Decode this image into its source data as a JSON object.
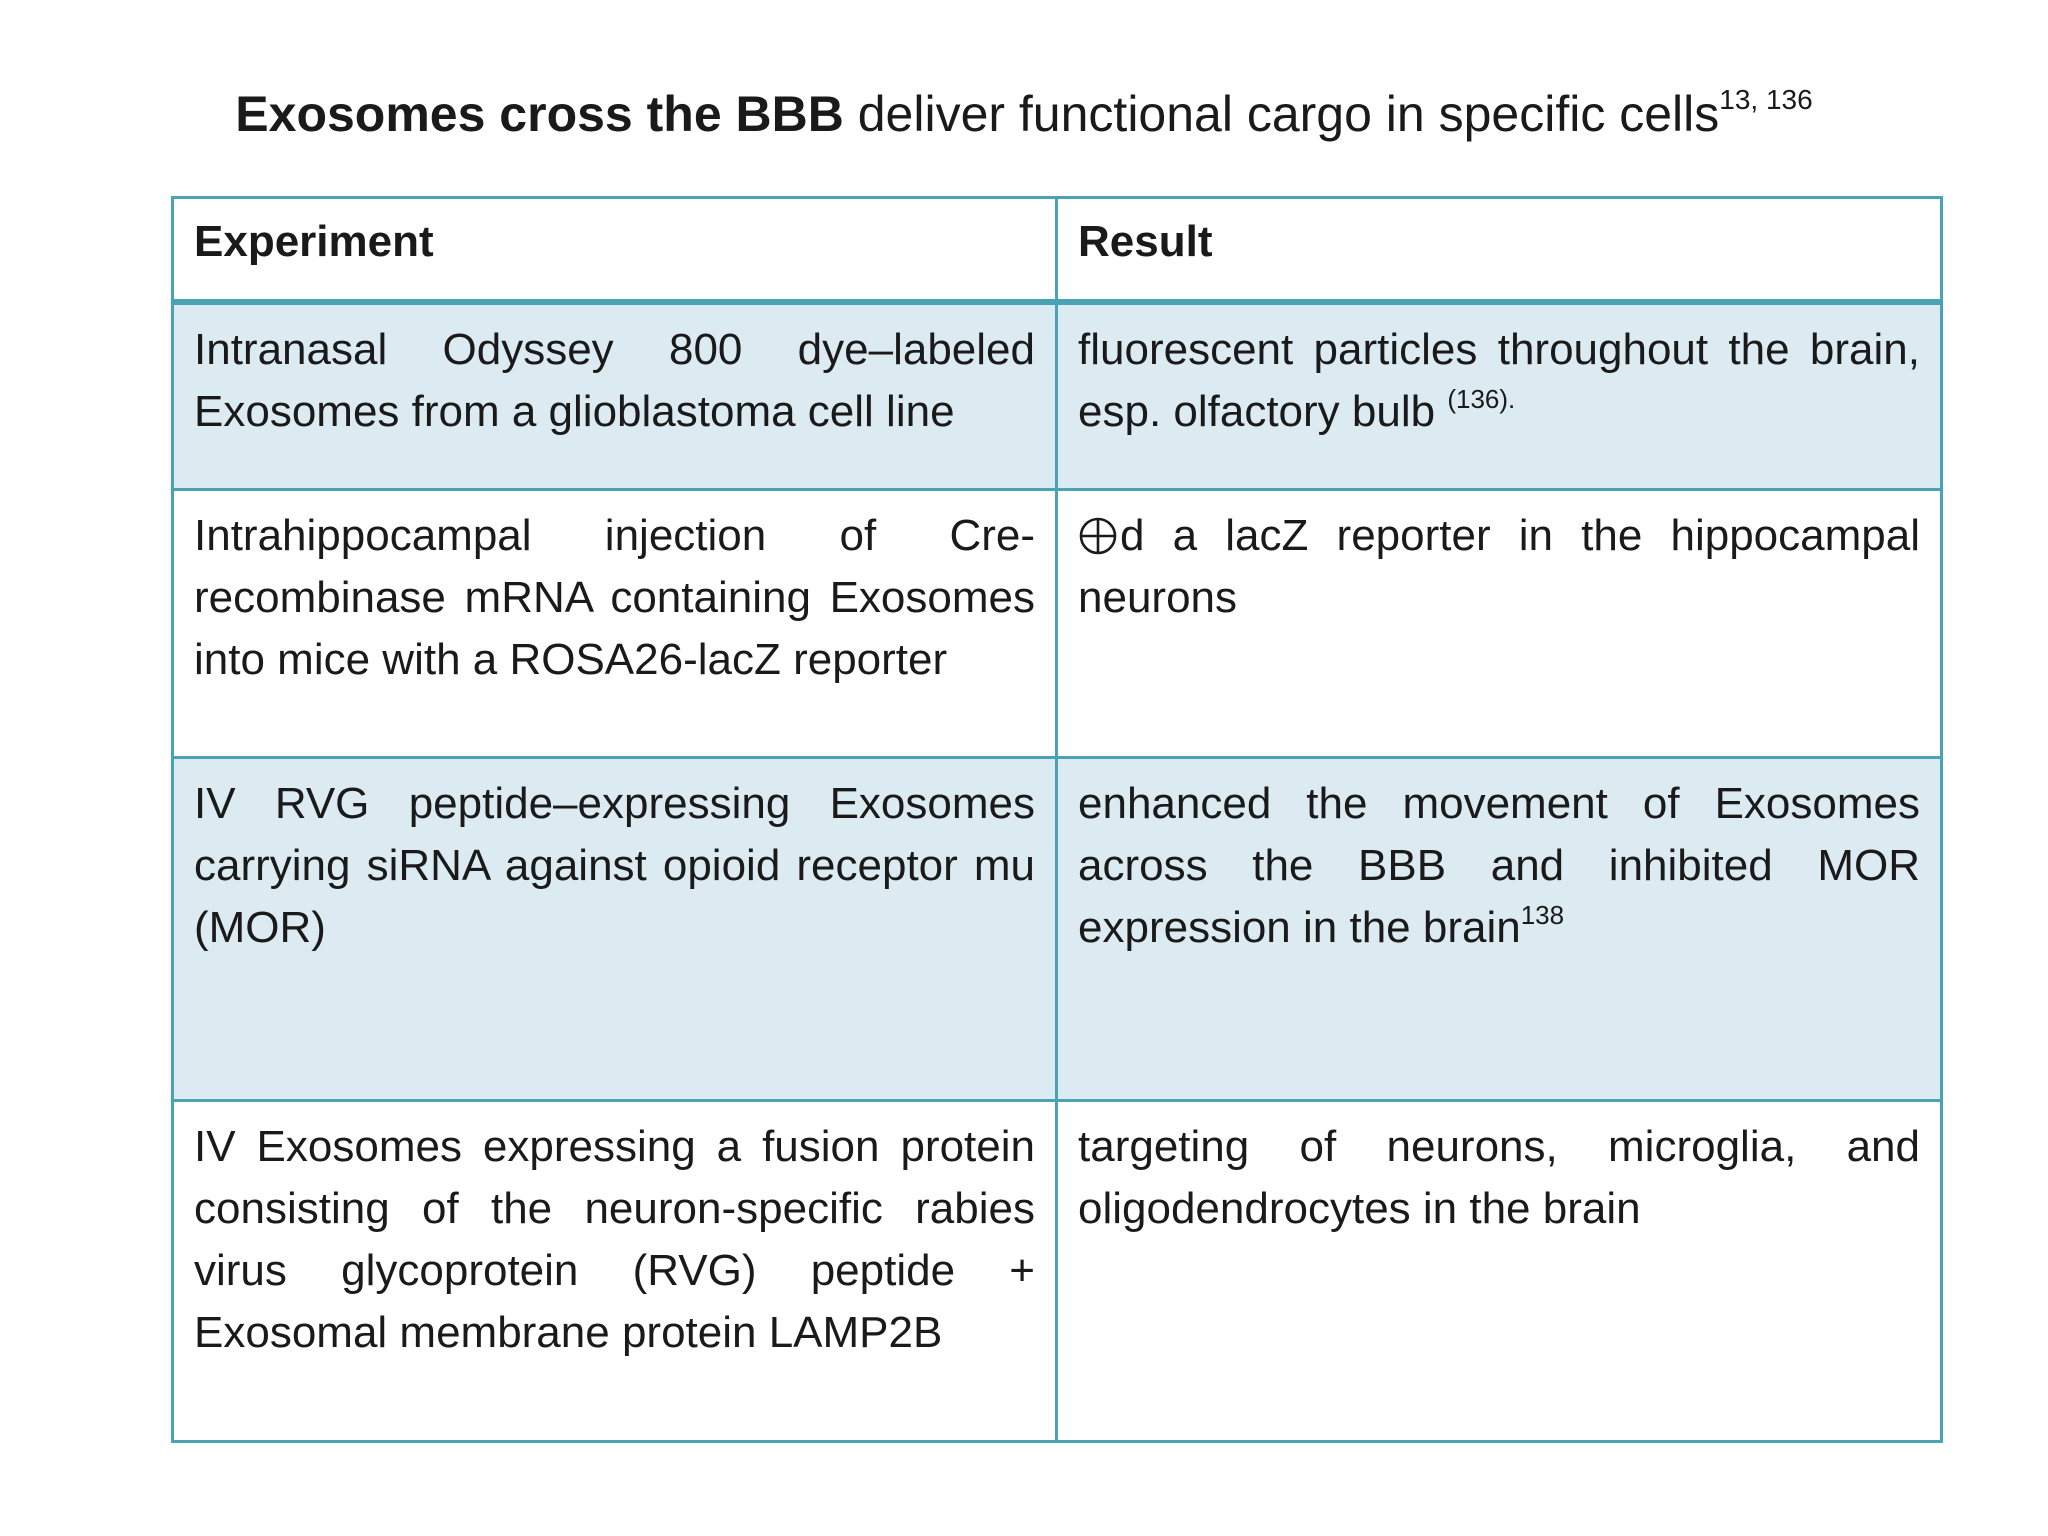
{
  "title": {
    "bold_part": "Exosomes cross the BBB",
    "regular_part": " deliver functional cargo in specific cells",
    "superscript": "13, 136"
  },
  "table": {
    "headers": {
      "experiment": "Experiment",
      "result": "Result"
    },
    "rows": [
      {
        "experiment": "Intranasal Odyssey 800 dye–labeled Exosomes from a glioblastoma cell line",
        "result": "fluorescent particles throughout the brain, esp. olfactory bulb ",
        "result_sup": "(136)."
      },
      {
        "experiment": "Intrahippocampal injection of Cre-recombinase mRNA containing Exosomes into mice with a ROSA26-lacZ reporter",
        "result": "d a lacZ reporter in the hippocampal neurons",
        "result_icon": "circle-plus-icon"
      },
      {
        "experiment": "IV RVG peptide–expressing Exosomes carrying siRNA against opioid receptor mu (MOR)",
        "result": "enhanced the movement of Exosomes across the BBB and inhibited MOR expression in the brain",
        "result_sup": "138"
      },
      {
        "experiment": "IV Exosomes expressing a fusion protein consisting of the neuron-specific rabies virus glycoprotein (RVG) peptide + Exosomal membrane protein LAMP2B",
        "result": "targeting of neurons, microglia, and oligodendrocytes in the brain"
      }
    ]
  },
  "colors": {
    "border": "#4aa3b5",
    "shaded_row": "#dcebf1"
  }
}
